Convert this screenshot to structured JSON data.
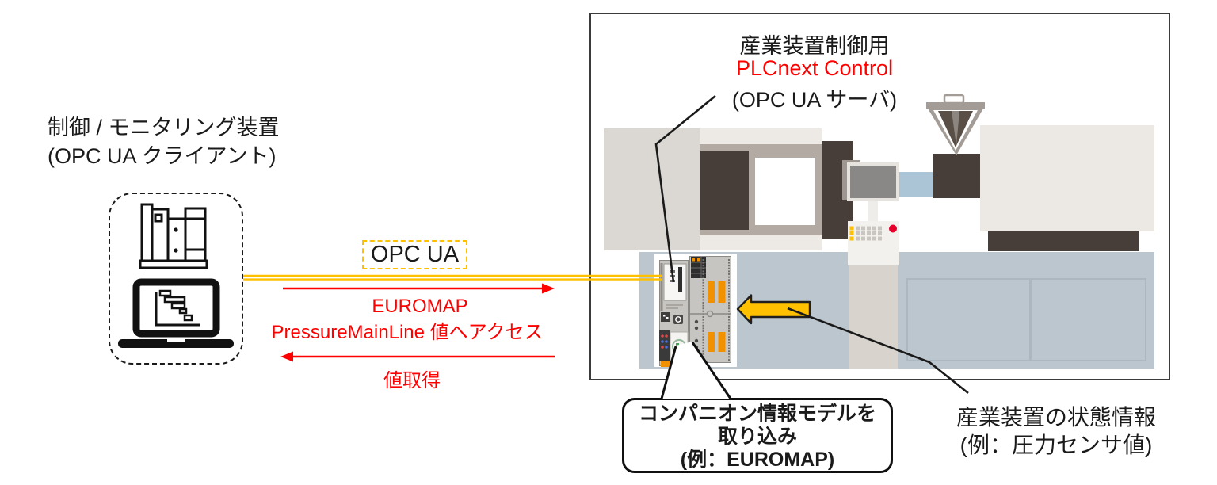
{
  "diagram": {
    "client": {
      "title_line1": "制御 / モニタリング装置",
      "title_line2": "(OPC UA クライアント)",
      "icons": [
        "books-icon",
        "laptop-gantt-icon"
      ]
    },
    "connection": {
      "protocol_label": "OPC UA",
      "request_line1": "EUROMAP",
      "request_line2": "PressureMainLine 値へアクセス",
      "response_label": "値取得"
    },
    "server": {
      "title_line1": "産業装置制御用",
      "title_line2": "PLCnext Control",
      "title_line3": "(OPC UA サーバ)"
    },
    "callout": {
      "line1": "コンパニオン情報モデルを",
      "line2": "取り込み",
      "line3": "(例：EUROMAP)"
    },
    "status_label": {
      "line1": "産業装置の状態情報",
      "line2": "(例：圧力センサ値)"
    },
    "colors": {
      "accent_yellow": "#FFC000",
      "highlight_red": "#FF0000",
      "machine_dark": "#473E39",
      "machine_base_blue": "#BCC6CE",
      "machine_barrel_blue": "#ABC4D6",
      "plc_orange": "#F29100"
    }
  }
}
